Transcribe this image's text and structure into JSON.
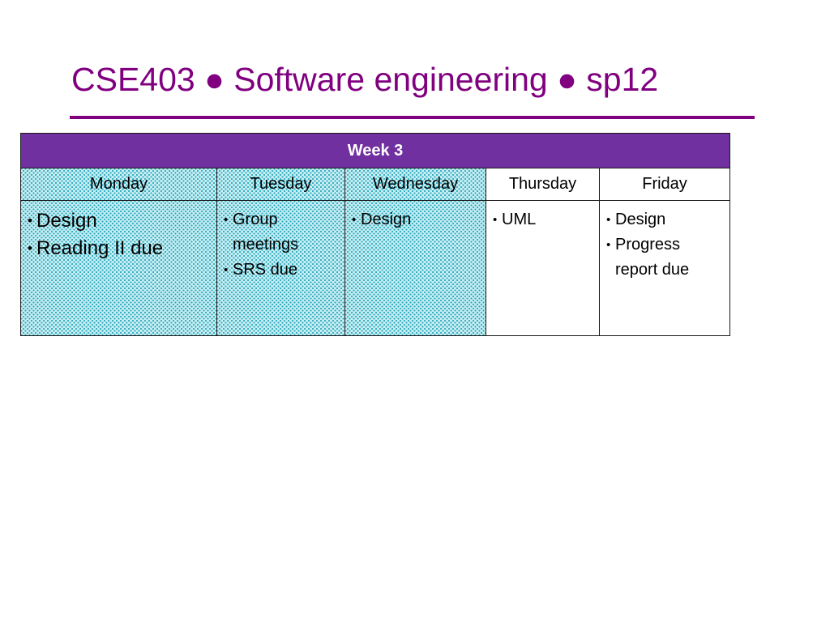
{
  "slide": {
    "title": "CSE403 ● Software engineering ● sp12"
  },
  "table": {
    "week_label": "Week 3",
    "days": [
      {
        "name": "Monday",
        "patterned": true,
        "large": true,
        "items": [
          "Design",
          "Reading II due"
        ]
      },
      {
        "name": "Tuesday",
        "patterned": true,
        "large": false,
        "items": [
          "Group meetings",
          "SRS due"
        ]
      },
      {
        "name": "Wednesday",
        "patterned": true,
        "large": false,
        "items": [
          "Design"
        ]
      },
      {
        "name": "Thursday",
        "patterned": false,
        "large": false,
        "items": [
          "UML"
        ]
      },
      {
        "name": "Friday",
        "patterned": false,
        "large": false,
        "items": [
          "Design",
          "Progress report due"
        ]
      }
    ]
  },
  "colors": {
    "title": "#800080",
    "header_band": "#7030a0",
    "pattern_fill": "#c9eef3",
    "pattern_dots": "#2aa9bd"
  }
}
